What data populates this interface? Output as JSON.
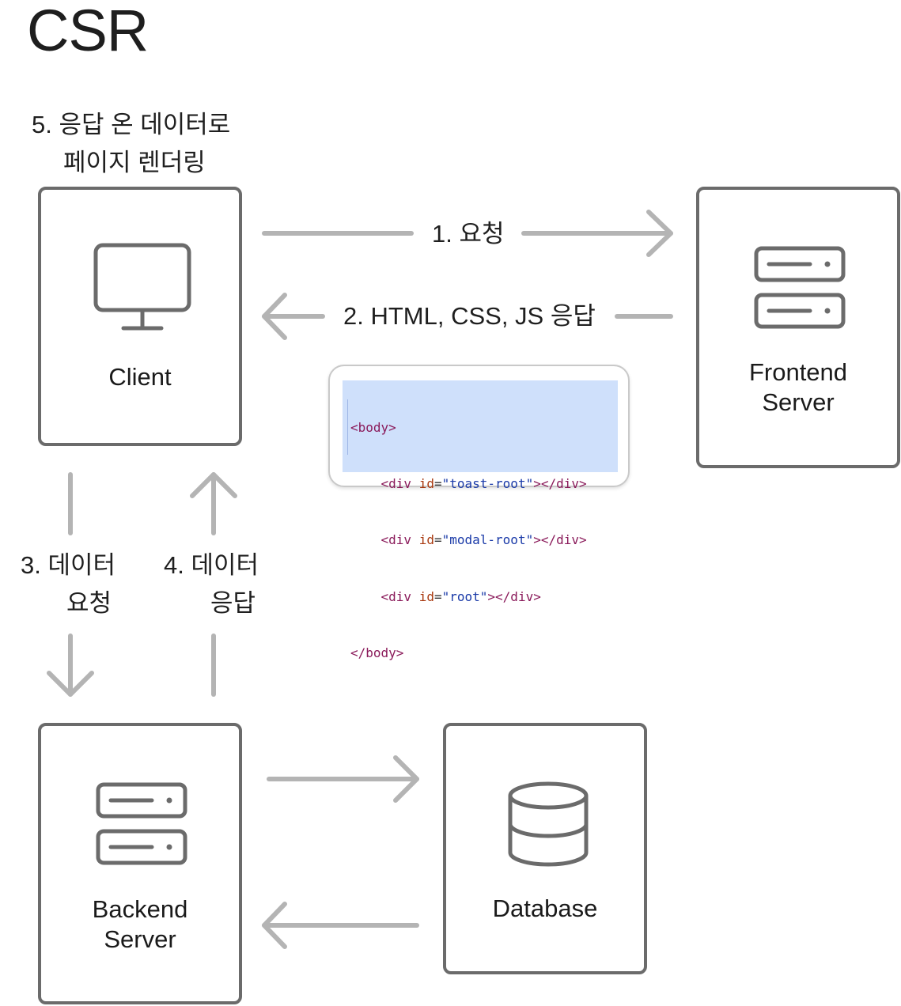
{
  "title": "CSR",
  "step5": {
    "line1": "5. 응답 온 데이터로",
    "line2": "페이지 렌더링"
  },
  "nodes": {
    "client": {
      "label": "Client",
      "icon": "monitor-icon"
    },
    "frontend": {
      "line1": "Frontend",
      "line2": "Server",
      "icon": "server-icon"
    },
    "backend": {
      "line1": "Backend",
      "line2": "Server",
      "icon": "server-icon"
    },
    "database": {
      "label": "Database",
      "icon": "database-icon"
    }
  },
  "edges": {
    "request": "1. 요청",
    "response": "2. HTML, CSS, JS 응답",
    "data_request": {
      "line1": "3. 데이터",
      "line2": "요청"
    },
    "data_response": {
      "line1": "4. 데이터",
      "line2": "응답"
    }
  },
  "code_snippet": {
    "line1": {
      "open": "<body>"
    },
    "line2": {
      "indent": "    ",
      "tag": "<div",
      "attr": " id",
      "eq": "=",
      "value": "\"toast-root\"",
      "close": "></div>"
    },
    "line3": {
      "indent": "    ",
      "tag": "<div",
      "attr": " id",
      "eq": "=",
      "value": "\"modal-root\"",
      "close": "></div>"
    },
    "line4": {
      "indent": "    ",
      "tag": "<div",
      "attr": " id",
      "eq": "=",
      "value": "\"root\"",
      "close": "></div>"
    },
    "line5": {
      "close": "</body>"
    }
  },
  "colors": {
    "box_border": "#6b6b6b",
    "arrow": "#b4b4b4",
    "selection": "#cfe0fb"
  }
}
